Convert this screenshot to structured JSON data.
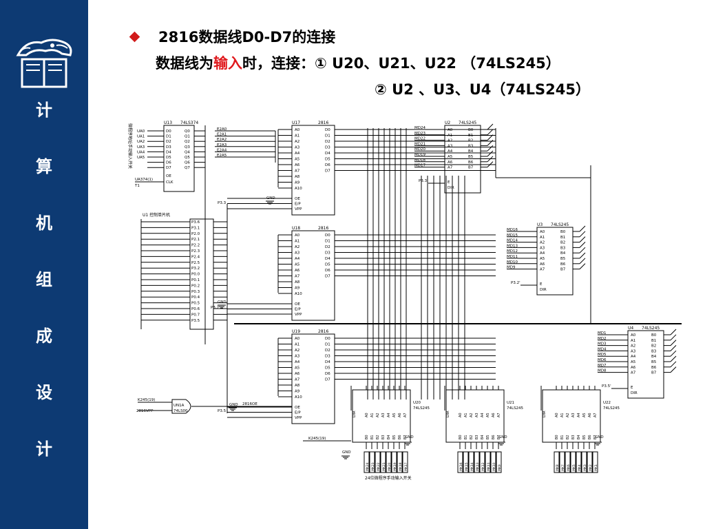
{
  "sidebar": {
    "title_chars": [
      "计",
      "算",
      "机",
      "组",
      "成",
      "设",
      "计"
    ],
    "logo_icon": "lion-crest-logo-icon",
    "background_color": "#0d3a73"
  },
  "header": {
    "bullet_icon": "red-diamond-bullet-icon",
    "line1": "2816数据线D0-D7的连接",
    "line2_prefix": "数据线为",
    "line2_highlight": "输入",
    "line2_rest": "时，连接：①  U20、U21、U22 （74LS245）",
    "line3": "②  U2 、U3、U4（74LS245）",
    "highlight_color": "#e0191d"
  },
  "schematic": {
    "u13": {
      "title": "U13",
      "part": "74LS374",
      "in_nets": [
        "UA0",
        "UA1",
        "UA2",
        "UA3",
        "UA4",
        "UA5"
      ],
      "d_pins": [
        "D0",
        "D1",
        "D2",
        "D3",
        "D4",
        "D5",
        "D6",
        "D7"
      ],
      "q_pins": [
        "Q0",
        "Q1",
        "Q2",
        "Q3",
        "Q4",
        "Q5",
        "Q6",
        "Q7"
      ],
      "oe": "OE",
      "clk": "CLK",
      "clk_net": "UA374(1)",
      "clk_pin": "T1",
      "side_label": "微程序地址手动输入开关"
    },
    "e2_nets": [
      "E2A0",
      "E2A1",
      "E2A2",
      "E2A3",
      "E2A4",
      "E2A5"
    ],
    "u1": {
      "title": "U1 控制单片机",
      "ports": [
        "P3.6",
        "P3.1",
        "P2.0",
        "P2.1",
        "P2.2",
        "P2.3",
        "P2.4",
        "P2.5",
        "P3.2",
        "P0.0",
        "P0.1",
        "P0.2",
        "P0.3",
        "P0.4",
        "P0.5",
        "P0.6",
        "P0.7",
        "P3.5"
      ]
    },
    "eeprom_addr_pins": [
      "A0",
      "A1",
      "A2",
      "A3",
      "A4",
      "A5",
      "A6",
      "A7",
      "A8",
      "A9",
      "A10"
    ],
    "eeprom_data_pins": [
      "D0",
      "D1",
      "D2",
      "D3",
      "D4",
      "D5",
      "D6",
      "D7"
    ],
    "eeprom_ctrl_pins": [
      "OE",
      "E/P",
      "VPP"
    ],
    "eeproms": [
      {
        "name": "U17",
        "part": "2816"
      },
      {
        "name": "U18",
        "part": "2816"
      },
      {
        "name": "U19",
        "part": "2816"
      }
    ],
    "net_p33": "P3.3",
    "net_p32": "P3.2",
    "net_p35": "P3.5",
    "gnd": "GND",
    "buf_a_pins": [
      "A0",
      "A1",
      "A2",
      "A3",
      "A4",
      "A5",
      "A6",
      "A7"
    ],
    "buf_b_pins": [
      "B0",
      "B1",
      "B2",
      "B3",
      "B4",
      "B5",
      "B6",
      "B7"
    ],
    "buffers_right": [
      {
        "name": "U2",
        "part": "74LS245",
        "nets": [
          "MD24",
          "MD23",
          "MD22",
          "MD21",
          "MD20",
          "MD19",
          "MD18",
          "MD17"
        ],
        "ctrl_net": "P3.3'"
      },
      {
        "name": "U3",
        "part": "74LS245",
        "nets": [
          "MD16",
          "MD15",
          "MD14",
          "MD13",
          "MD12",
          "MD11",
          "MD10",
          "MD9"
        ],
        "ctrl_net": "P3.2'"
      },
      {
        "name": "U4",
        "part": "74LS245",
        "nets": [
          "MD1",
          "MD2",
          "MD3",
          "MD4",
          "MD5",
          "MD6",
          "MD7",
          "MD8"
        ],
        "ctrl_net": "P3.5'"
      }
    ],
    "buffers_bottom": [
      {
        "name": "U20",
        "part": "74LS245",
        "nets": [
          "MK24",
          "MK23",
          "MK22",
          "MK21",
          "MK20",
          "MK19",
          "MK18",
          "MK17"
        ]
      },
      {
        "name": "U21",
        "part": "74LS245",
        "nets": [
          "MK16",
          "MK15",
          "MK14",
          "MK13",
          "MK12",
          "MK11",
          "MK10",
          "MK9"
        ]
      },
      {
        "name": "U22",
        "part": "74LS245",
        "nets": [
          "MK8",
          "MK7",
          "MK6",
          "MK5",
          "MK4",
          "MK3",
          "MK2",
          "MK1"
        ]
      }
    ],
    "dir_label": "DIR",
    "e_label": "E",
    "gate": {
      "name": "UN1A",
      "part": "74LS00",
      "in1": "K245(19)",
      "in2": "2816VPP",
      "net": "2816OE",
      "k245": "K245(19)"
    },
    "caption": "24位微程序手动输入开关"
  }
}
